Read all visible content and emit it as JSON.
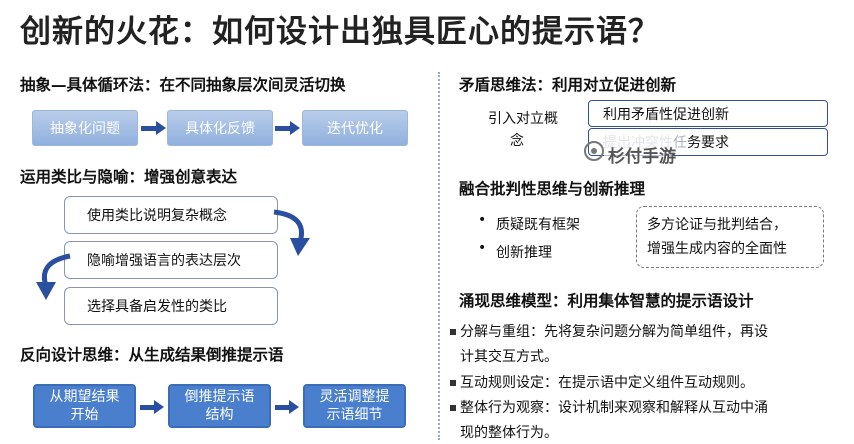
{
  "title": "创新的火花：如何设计出独具匠心的提示语？",
  "left": {
    "section1": {
      "heading": "抽象—具体循环法：在不同抽象层次间灵活切换",
      "boxes": [
        "抽象化问题",
        "具体化反馈",
        "迭代优化"
      ]
    },
    "section2": {
      "heading": "运用类比与隐喻：增强创意表达",
      "boxes": [
        "使用类比说明复杂概念",
        "隐喻增强语言的表达层次",
        "选择具备启发性的类比"
      ]
    },
    "section3": {
      "heading": "反向设计思维：从生成结果倒推提示语",
      "boxes": [
        {
          "line1": "从期望结果",
          "line2": "开始"
        },
        {
          "line1": "倒推提示语",
          "line2": "结构"
        },
        {
          "line1": "灵活调整提",
          "line2": "示语细节"
        }
      ]
    }
  },
  "right": {
    "section1": {
      "heading": "矛盾思维法：利用对立促进创新",
      "intro_line1": "引入对立概",
      "intro_line2": "念",
      "box1": "利用矛盾性促进创新",
      "box2_faded": "提出冲突性任",
      "box2": "务要求"
    },
    "watermark": "杉付手游",
    "section2": {
      "heading": "融合批判性思维与创新推理",
      "bullets": [
        "质疑既有框架",
        "创新推理"
      ],
      "dash_line1": "多方论证与批判结合，",
      "dash_line2": "增强生成内容的全面性"
    },
    "section3": {
      "heading": "涌现思维模型：利用集体智慧的提示语设计",
      "items": [
        {
          "line1": "分解与重组：先将复杂问题分解为简单组件，再设",
          "line2": "计其交互方式。"
        },
        {
          "line1": "互动规则设定：在提示语中定义组件互动规则。",
          "line2": ""
        },
        {
          "line1": "整体行为观察：设计机制来观察和解释从互动中涌",
          "line2": "现的整体行为。"
        }
      ]
    }
  }
}
